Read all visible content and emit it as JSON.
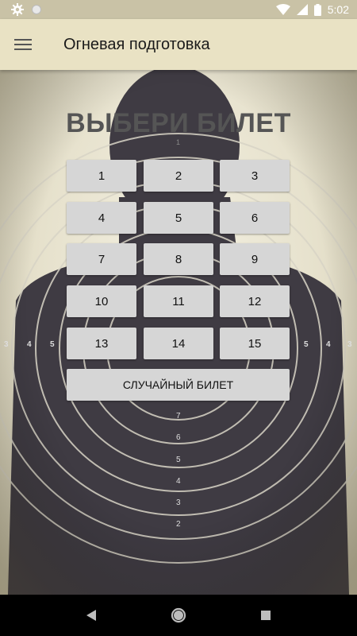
{
  "status_bar": {
    "time": "5:02"
  },
  "app_bar": {
    "title": "Огневая подготовка"
  },
  "main": {
    "heading": "ВЫБЕРИ БИЛЕТ",
    "tickets": [
      "1",
      "2",
      "3",
      "4",
      "5",
      "6",
      "7",
      "8",
      "9",
      "10",
      "11",
      "12",
      "13",
      "14",
      "15"
    ],
    "random_button": "СЛУЧАЙНЫЙ БИЛЕТ"
  },
  "target_ring_labels": {
    "top": "1",
    "left": [
      "3",
      "4",
      "5"
    ],
    "right": [
      "5",
      "4",
      "3"
    ],
    "bottom": [
      "7",
      "6",
      "5",
      "4",
      "3",
      "2"
    ]
  },
  "colors": {
    "status_bar": "#c9c2a6",
    "app_bar": "#e9e2c4",
    "button": "#d6d6d6",
    "silhouette": "#3f3b43"
  }
}
